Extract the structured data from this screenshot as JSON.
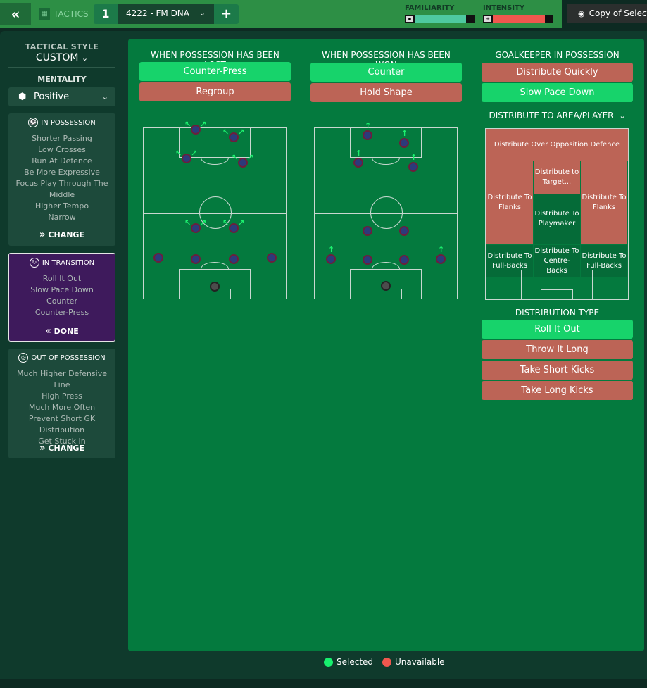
{
  "header": {
    "back_icon": "double-chevron-left-icon",
    "tactics_label": "TACTICS",
    "slot_number": "1",
    "tactic_name": "4222 - FM DNA",
    "add_label": "+",
    "familiarity_label": "FAMILIARITY",
    "familiarity_level": 0.86,
    "intensity_label": "INTENSITY",
    "intensity_level": 0.87,
    "copy_label": "Copy of Selecte"
  },
  "sidebar": {
    "tactical_style_label": "TACTICAL STYLE",
    "tactical_style_value": "CUSTOM",
    "mentality_label": "MENTALITY",
    "mentality_value": "Positive",
    "in_possession": {
      "title": "IN POSSESSION",
      "lines": [
        "Shorter Passing",
        "Low Crosses",
        "Run At Defence",
        "Be More Expressive",
        "Focus Play Through The",
        "Middle",
        "Higher Tempo",
        "Narrow"
      ],
      "button": "CHANGE"
    },
    "in_transition": {
      "title": "IN TRANSITION",
      "lines": [
        "Roll It Out",
        "Slow Pace Down",
        "Counter",
        "Counter-Press"
      ],
      "button": "DONE"
    },
    "out_of_possession": {
      "title": "OUT OF POSSESSION",
      "lines": [
        "Much Higher Defensive Line",
        "High Press",
        "Much More Often",
        "Prevent Short GK",
        "Distribution",
        "Get Stuck In"
      ],
      "button": "CHANGE"
    }
  },
  "lost": {
    "title": "WHEN POSSESSION HAS BEEN LOST",
    "options": [
      {
        "label": "Counter-Press",
        "state": "selected"
      },
      {
        "label": "Regroup",
        "state": "unavailable"
      }
    ]
  },
  "won": {
    "title": "WHEN POSSESSION HAS BEEN WON",
    "options": [
      {
        "label": "Counter",
        "state": "selected"
      },
      {
        "label": "Hold Shape",
        "state": "unavailable"
      }
    ]
  },
  "gk": {
    "title": "GOALKEEPER IN POSSESSION",
    "options": [
      {
        "label": "Distribute Quickly",
        "state": "unavailable"
      },
      {
        "label": "Slow Pace Down",
        "state": "selected"
      }
    ],
    "distribute_label": "DISTRIBUTE TO AREA/PLAYER",
    "areas": {
      "over_defence": "Distribute Over Opposition Defence",
      "target": "Distribute to Target...",
      "flank_left": "Distribute To Flanks",
      "flank_right": "Distribute To Flanks",
      "playmaker": "Distribute To Playmaker",
      "fb_left": "Distribute To Full-Backs",
      "centre_backs": "Distribute To Centre-Backs",
      "fb_right": "Distribute To Full-Backs"
    },
    "distribution_type_label": "DISTRIBUTION TYPE",
    "distribution_types": [
      {
        "label": "Roll It Out",
        "state": "selected"
      },
      {
        "label": "Throw It Long",
        "state": "unavailable"
      },
      {
        "label": "Take Short Kicks",
        "state": "unavailable"
      },
      {
        "label": "Take Long Kicks",
        "state": "unavailable"
      }
    ]
  },
  "legend": {
    "selected": "Selected",
    "unavailable": "Unavailable"
  },
  "colors": {
    "selected": "#17d36b",
    "unavailable": "#bc6456",
    "pitch": "#047a3e"
  }
}
